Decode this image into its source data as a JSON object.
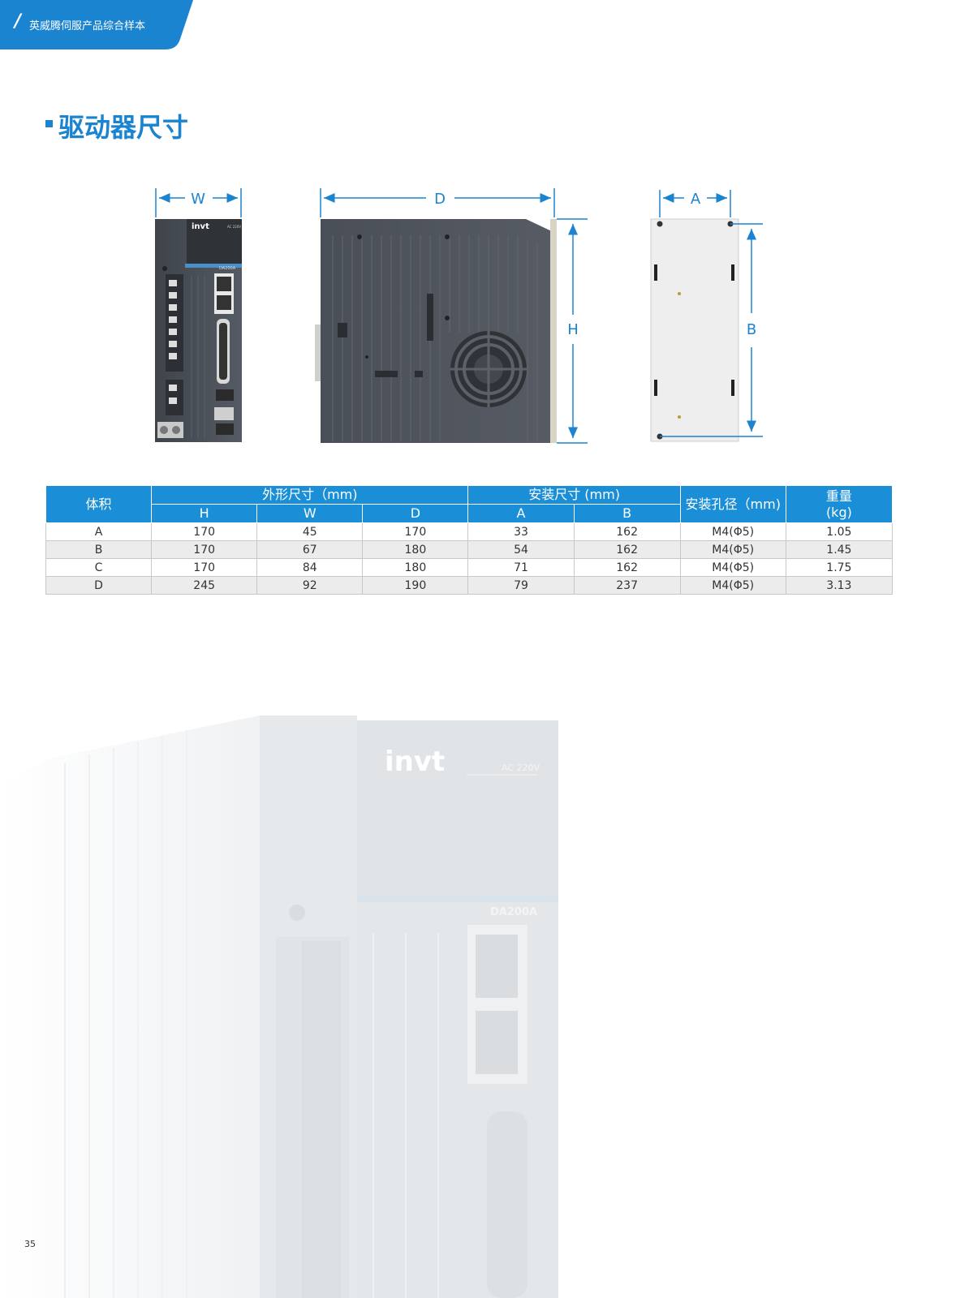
{
  "header": {
    "slash": "/",
    "title": "英威腾伺服产品综合样本"
  },
  "section": {
    "title": "驱动器尺寸"
  },
  "drawings": {
    "front": {
      "dim_label": "W",
      "logo": "invt",
      "rating": "AC 220V",
      "model": "DA200A"
    },
    "side": {
      "dim_depth": "D",
      "dim_height": "H"
    },
    "back": {
      "dim_a": "A",
      "dim_b": "B"
    }
  },
  "table": {
    "headers": {
      "volume": "体积",
      "outer": "外形尺寸（mm)",
      "mount": "安装尺寸 (mm)",
      "hole": "安装孔径（mm)",
      "weight_line1": "重量",
      "weight_line2": "(kg)",
      "h": "H",
      "w": "W",
      "d": "D",
      "a": "A",
      "b": "B"
    },
    "rows": [
      [
        "A",
        "170",
        "45",
        "170",
        "33",
        "162",
        "M4(Φ5)",
        "1.05"
      ],
      [
        "B",
        "170",
        "67",
        "180",
        "54",
        "162",
        "M4(Φ5)",
        "1.45"
      ],
      [
        "C",
        "170",
        "84",
        "180",
        "71",
        "162",
        "M4(Φ5)",
        "1.75"
      ],
      [
        "D",
        "245",
        "92",
        "190",
        "79",
        "237",
        "M4(Φ5)",
        "3.13"
      ]
    ]
  },
  "background_product": {
    "logo": "invt",
    "rating": "AC 220V",
    "model": "DA200A"
  },
  "page_number": "35",
  "colors": {
    "accent": "#1a84d0",
    "table_header": "#1a8fd8",
    "row_stripe": "#ececec",
    "drive_body": "#4a4f57"
  }
}
